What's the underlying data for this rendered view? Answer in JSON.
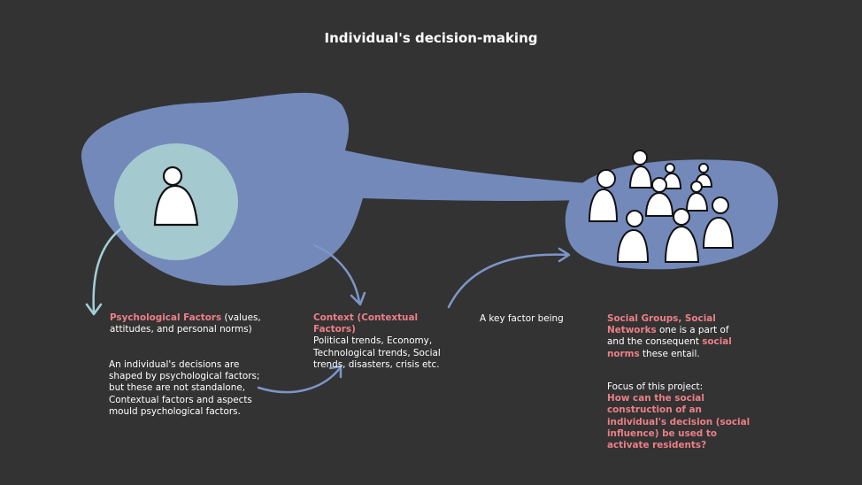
{
  "title": "Individual's decision-making",
  "colors": {
    "background": "#333333",
    "blob": "#7389ba",
    "inner_circle": "#a4c9cf",
    "highlight": "#ec7f86",
    "arrow_light": "#a4cfd6",
    "arrow_blue": "#7d96c8",
    "person_fill": "#ffffff",
    "person_stroke": "#111111"
  },
  "icons": {
    "individual": "person-icon",
    "group": "group-people-icon"
  },
  "psych": {
    "label": "Psychological Factors",
    "rest": " (values, attitudes, and personal norms)"
  },
  "decisions_note": "An individual's decisions are shaped by psychological factors; but these are not standalone, Contextual factors and aspects mould psychological factors.",
  "context": {
    "label": "Context (Contextual Factors)",
    "body": "Political trends, Economy, Technological trends, Social trends, disasters, crisis etc."
  },
  "key_factor": "A key factor being",
  "social": {
    "part1": "Social Groups, Social Networks",
    "part2": " one is a part of and the consequent ",
    "part3": "social norms",
    "part4": " these entail."
  },
  "focus": {
    "label": "Focus of this project:",
    "question": "How can the social construction of an individual's decision (social influence) be used to activate residents?"
  }
}
